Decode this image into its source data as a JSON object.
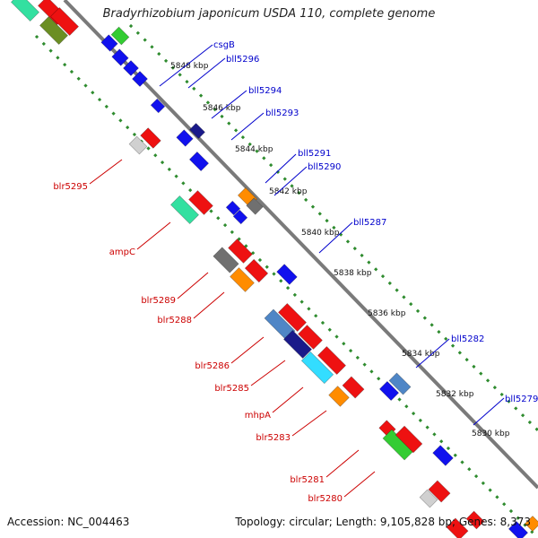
{
  "title": "Bradyrhizobium japonicum USDA 110, complete genome",
  "footer": {
    "accession": "Accession: NC_004463",
    "summary": "Topology: circular; Length: 9,105,828 bp; Genes: 8,373"
  },
  "ticks": [
    "5848 kbp",
    "5846 kbp",
    "5844 kbp",
    "5842 kbp",
    "5840 kbp",
    "5838 kbp",
    "5836 kbp",
    "5834 kbp",
    "5832 kbp",
    "5830 kbp"
  ],
  "genes_forward": [
    "blr5295",
    "ampC",
    "blr5289",
    "blr5288",
    "blr5286",
    "blr5285",
    "mhpA",
    "blr5283",
    "blr5281",
    "blr5280"
  ],
  "genes_reverse": [
    "csgB",
    "bll5296",
    "bll5294",
    "bll5293",
    "bll5291",
    "bll5290",
    "bll5287",
    "bll5282",
    "bll5279"
  ],
  "colors": {
    "backbone": "#808080",
    "dotted_track": "#2e8b2e",
    "forward_label": "#cc0000",
    "reverse_label": "#0000cc",
    "gene_red": "#ee1111",
    "gene_blue": "#1111ee",
    "gene_orange": "#ff8c00",
    "gene_green": "#33cc33"
  }
}
